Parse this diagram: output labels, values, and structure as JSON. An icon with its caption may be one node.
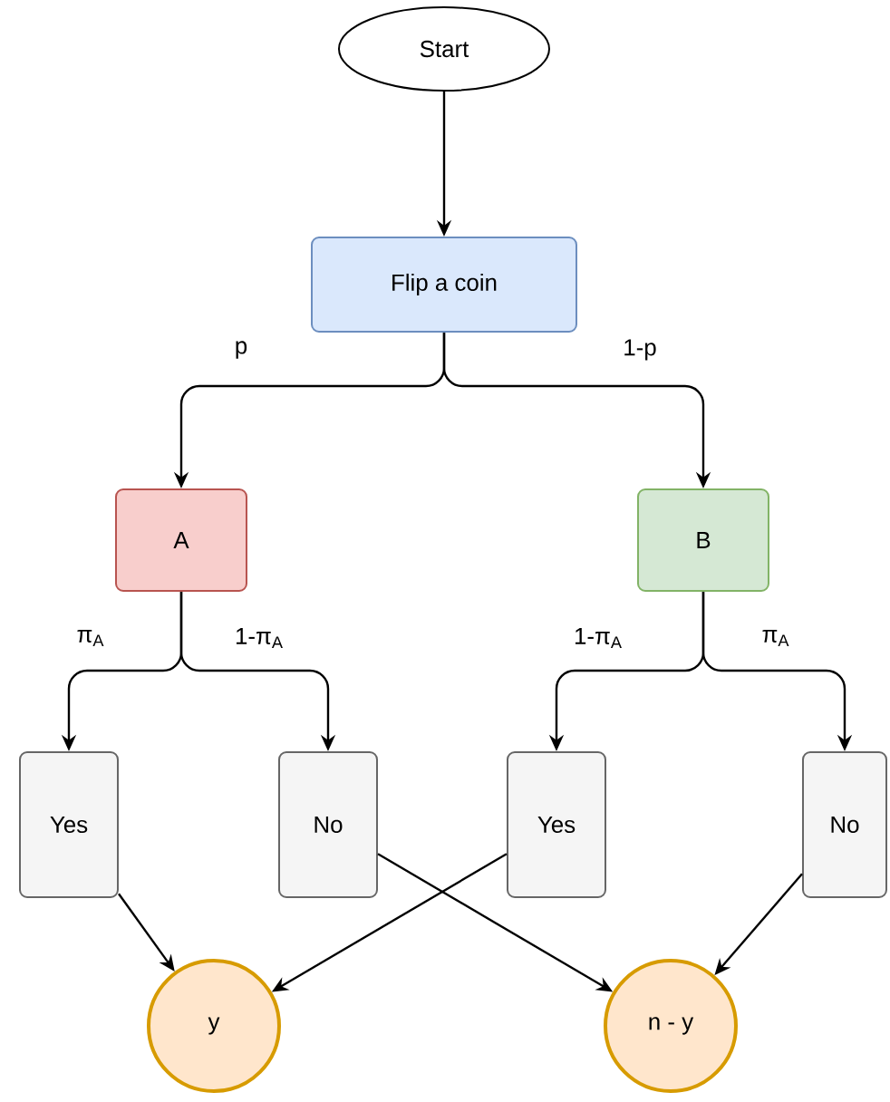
{
  "diagram": {
    "nodes": [
      {
        "text": [
          "Start"
        ]
      },
      {
        "text": [
          "Flip a coin"
        ]
      },
      {
        "text": [
          "A"
        ]
      },
      {
        "text": [
          "B"
        ]
      },
      {
        "text": [
          "Yes"
        ]
      },
      {
        "text": [
          "No"
        ]
      },
      {
        "text": [
          "Yes"
        ]
      },
      {
        "text": [
          "No"
        ]
      },
      {
        "text": [
          "y"
        ]
      },
      {
        "text": [
          "n - y"
        ]
      }
    ],
    "edges": [
      {
        "from": 0,
        "to": 1,
        "arrow": "to"
      },
      {
        "from": 1,
        "to": 2,
        "arrow": "to",
        "label": "p"
      },
      {
        "from": 1,
        "to": 3,
        "arrow": "to",
        "label": "1-p"
      },
      {
        "from": 2,
        "to": 4,
        "arrow": "to",
        "label": "π$_{A}$"
      },
      {
        "from": 2,
        "to": 5,
        "arrow": "to",
        "label": "1-π$_{A}$"
      },
      {
        "from": 3,
        "to": 6,
        "arrow": "to",
        "label": "1-π$_{A}$"
      },
      {
        "from": 3,
        "to": 7,
        "arrow": "to",
        "label": "π$_{A}$"
      },
      {
        "from": 4,
        "to": 8,
        "arrow": "to"
      },
      {
        "from": 6,
        "to": 8,
        "arrow": "to"
      },
      {
        "from": 5,
        "to": 9,
        "arrow": "to"
      },
      {
        "from": 7,
        "to": 9,
        "arrow": "to"
      }
    ]
  }
}
